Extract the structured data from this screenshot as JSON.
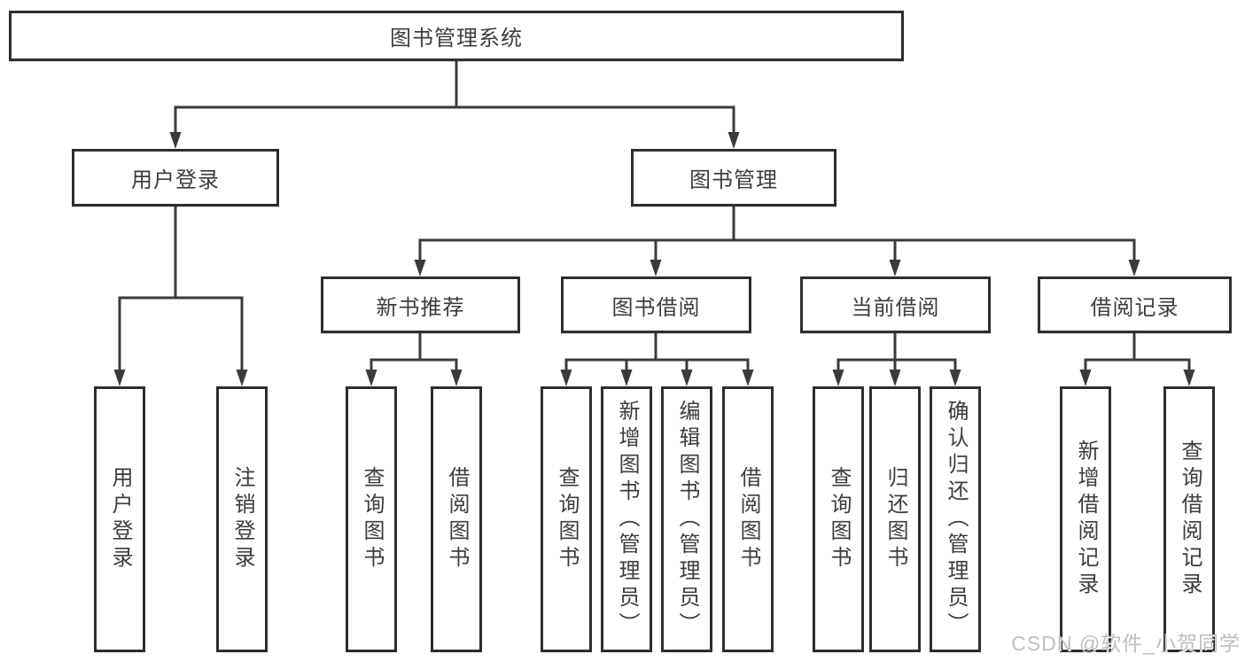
{
  "diagram": {
    "root_label": "图书管理系统",
    "level2": [
      {
        "label": "用户登录"
      },
      {
        "label": "图书管理"
      }
    ],
    "level3": [
      {
        "label": "新书推荐",
        "parent": "图书管理"
      },
      {
        "label": "图书借阅",
        "parent": "图书管理"
      },
      {
        "label": "当前借阅",
        "parent": "图书管理"
      },
      {
        "label": "借阅记录",
        "parent": "图书管理"
      }
    ],
    "leaves": [
      {
        "label": "用户登录",
        "parent": "用户登录"
      },
      {
        "label": "注销登录",
        "parent": "用户登录"
      },
      {
        "label": "查询图书",
        "parent": "新书推荐"
      },
      {
        "label": "借阅图书",
        "parent": "新书推荐"
      },
      {
        "label": "查询图书",
        "parent": "图书借阅"
      },
      {
        "label": "新增图书（管理员）",
        "parent": "图书借阅"
      },
      {
        "label": "编辑图书（管理员）",
        "parent": "图书借阅"
      },
      {
        "label": "借阅图书",
        "parent": "图书借阅"
      },
      {
        "label": "查询图书",
        "parent": "当前借阅"
      },
      {
        "label": "归还图书",
        "parent": "当前借阅"
      },
      {
        "label": "确认归还（管理员）",
        "parent": "当前借阅"
      },
      {
        "label": "新增借阅记录",
        "parent": "借阅记录"
      },
      {
        "label": "查询借阅记录",
        "parent": "借阅记录"
      }
    ],
    "colors": {
      "line": "#3b3b3b",
      "box_border": "#2e2e2e",
      "text": "#3d3d3d",
      "background": "#ffffff",
      "watermark": "#bfbfbf"
    }
  },
  "watermark": {
    "text": "CSDN @软件_小贺同学"
  }
}
